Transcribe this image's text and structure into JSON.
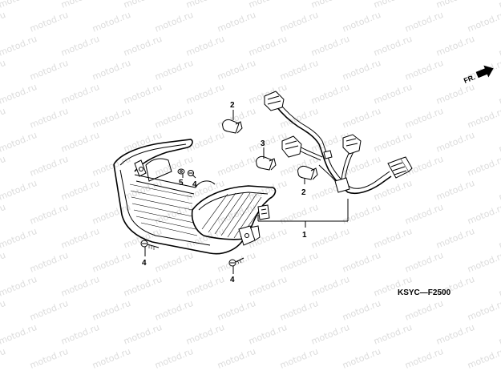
{
  "watermark": "motod.ru",
  "diagram_code": "KSYC—F2500",
  "direction_label": "FR.",
  "callouts": {
    "c1": "1",
    "c2a": "2",
    "c2b": "2",
    "c3": "3",
    "c4a": "4",
    "c4b": "4",
    "c4c": "4",
    "c5": "5"
  }
}
